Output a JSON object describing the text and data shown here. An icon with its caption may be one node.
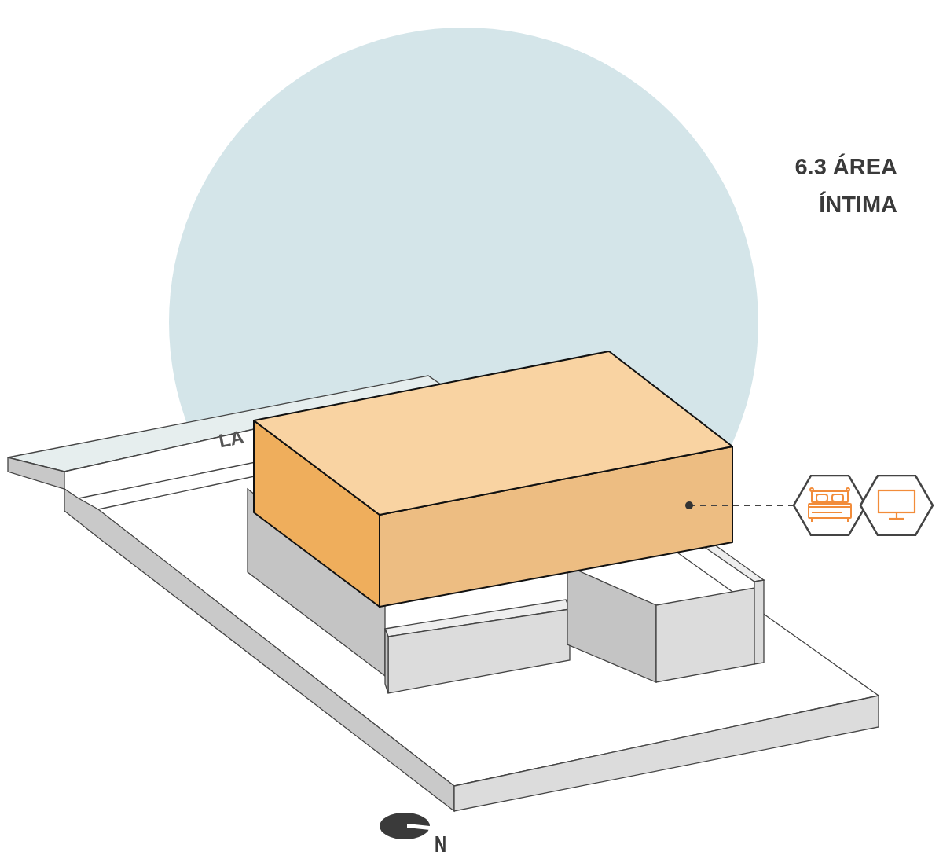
{
  "diagram": {
    "nodes": [
      {
        "text": [],
        "shape": "box"
      },
      {
        "text": [],
        "shape": "hexagon"
      },
      {
        "text": [],
        "shape": "hexagon"
      }
    ],
    "edges": [
      {
        "from": 0,
        "to": 1,
        "arrow": "other",
        "style": "dashed"
      }
    ],
    "labels": [
      "6.3 ÁREA ÍNTIMA",
      "LA",
      "N"
    ]
  }
}
